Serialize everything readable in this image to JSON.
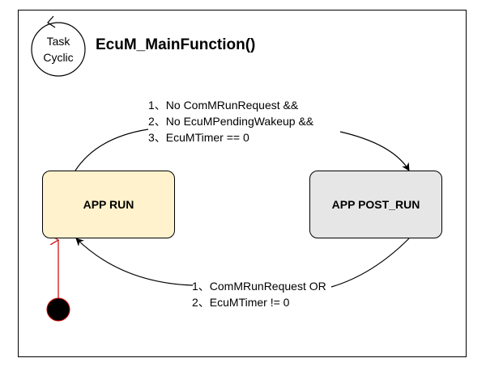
{
  "task": {
    "line1": "Task",
    "line2": "Cyclic"
  },
  "title": "EcuM_MainFunction()",
  "states": {
    "app_run": {
      "label": "APP RUN",
      "fill": "#fff2cc"
    },
    "app_post_run": {
      "label": "APP POST_RUN",
      "fill": "#e6e6e6"
    }
  },
  "transitions": {
    "to_post_run": {
      "conditions": [
        "1、No ComMRunRequest &&",
        "2、No EcuMPendingWakeup &&",
        "3、EcuMTimer == 0"
      ]
    },
    "to_run": {
      "conditions": [
        "1、ComMRunRequest OR",
        "2、EcuMTimer != 0"
      ]
    }
  },
  "initial_arrow_color": "#cc0000"
}
